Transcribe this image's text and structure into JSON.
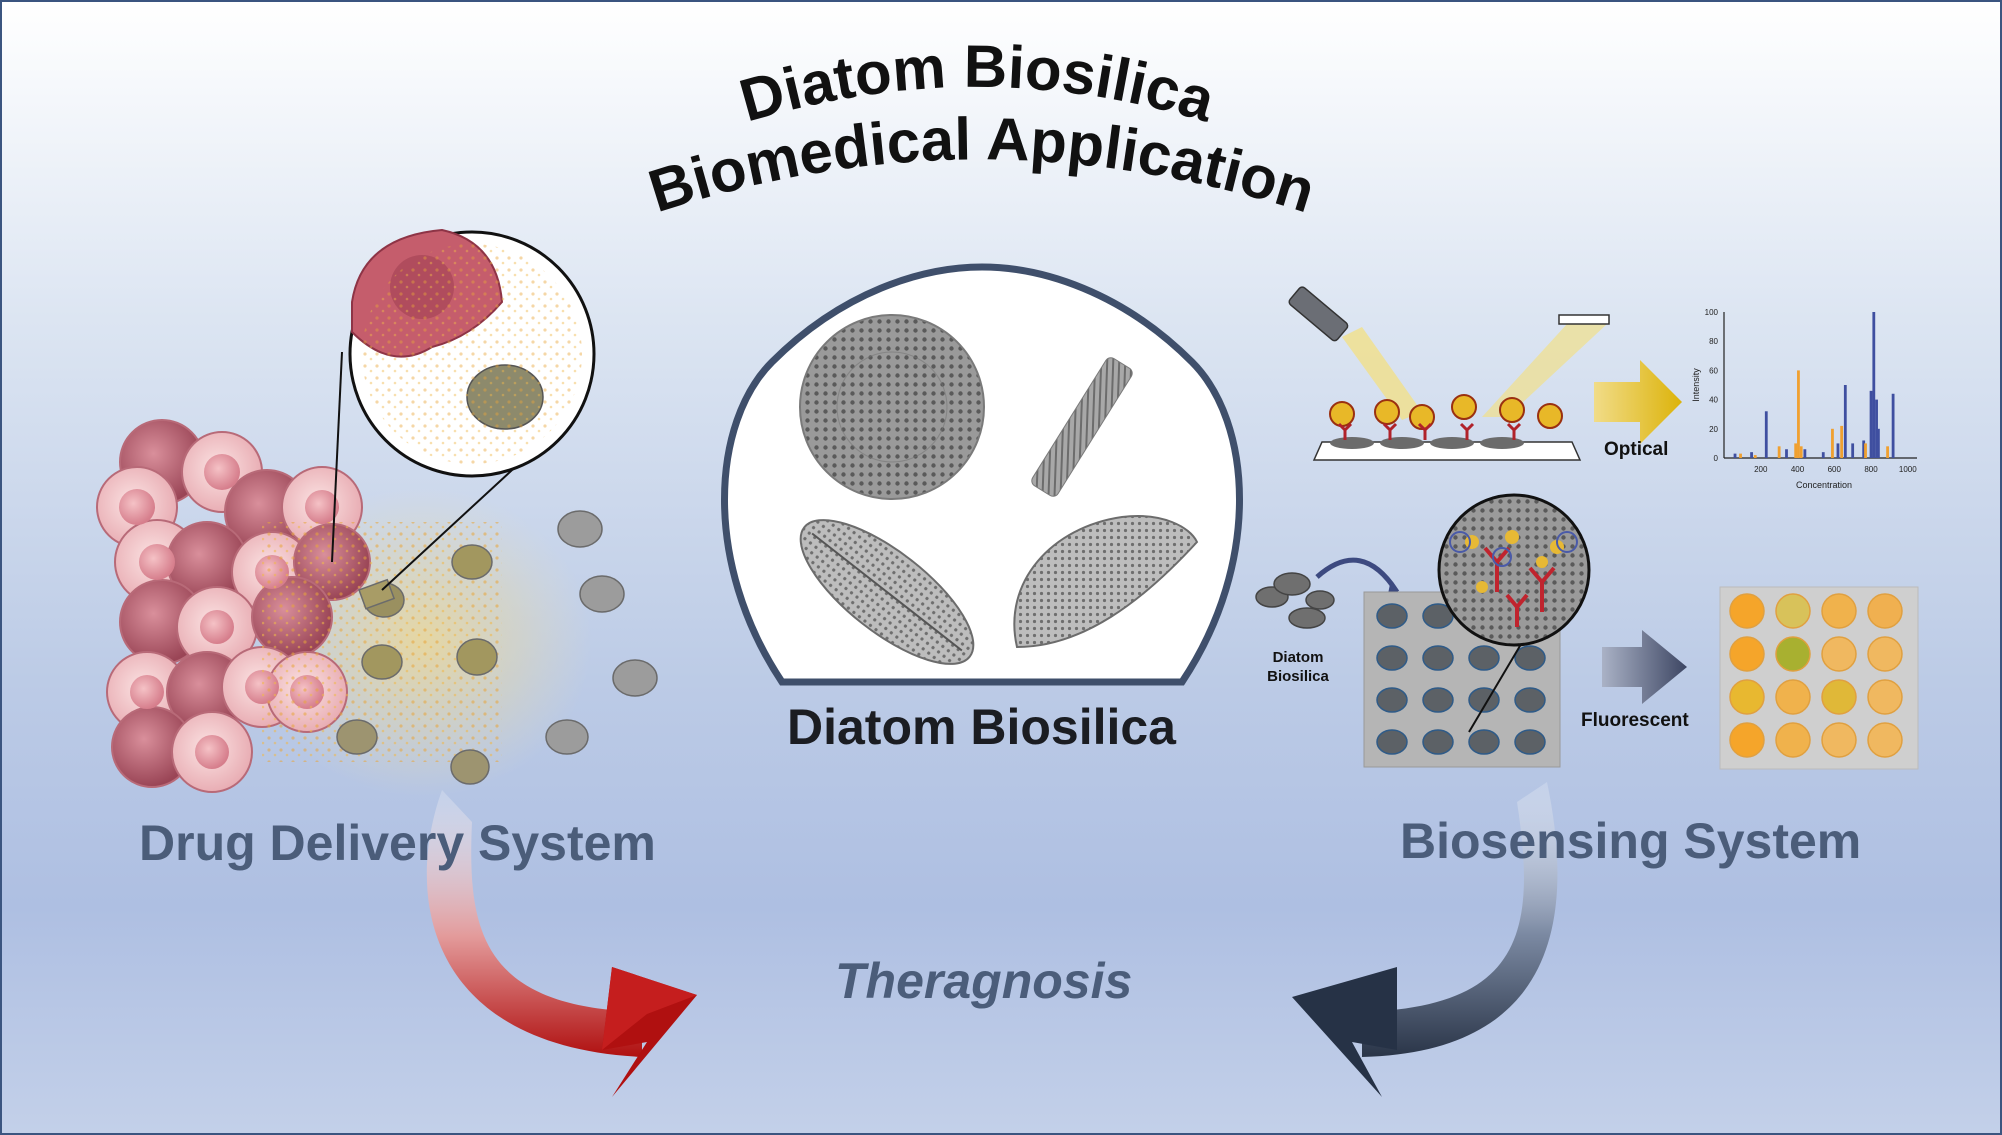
{
  "title": {
    "line1": "Diatom Biosilica",
    "line2": "Biomedical Application"
  },
  "center": {
    "label": "Diatom Biosilica"
  },
  "left": {
    "label": "Drug Delivery System"
  },
  "right": {
    "label": "Biosensing System",
    "optical_label": "Optical",
    "fluorescent_label": "Fluorescent",
    "diatom_label_line1": "Diatom",
    "diatom_label_line2": "Biosilica"
  },
  "bottom": {
    "label": "Theragnosis"
  },
  "colors": {
    "section_text": "#4b5d7a",
    "red_arrow": "#b01010",
    "navy_arrow": "#2a3548",
    "blue_bar": "#3f4fa0",
    "orange_bar": "#f0a030"
  },
  "chart_data": {
    "type": "bar",
    "xlabel": "Concentration",
    "ylabel": "Intensity",
    "x_ticks": [
      200,
      400,
      600,
      800,
      1000
    ],
    "y_ticks": [
      0,
      20,
      40,
      60,
      80,
      100
    ],
    "xlim": [
      0,
      1050
    ],
    "ylim": [
      0,
      100
    ],
    "series": [
      {
        "color": "blue",
        "points": [
          [
            60,
            3
          ],
          [
            150,
            4
          ],
          [
            230,
            32
          ],
          [
            340,
            6
          ],
          [
            440,
            6
          ],
          [
            540,
            4
          ],
          [
            620,
            10
          ],
          [
            660,
            50
          ],
          [
            700,
            10
          ],
          [
            760,
            12
          ],
          [
            800,
            46
          ],
          [
            815,
            100
          ],
          [
            830,
            40
          ],
          [
            840,
            20
          ],
          [
            920,
            44
          ]
        ]
      },
      {
        "color": "orange",
        "points": [
          [
            90,
            3
          ],
          [
            170,
            2
          ],
          [
            300,
            8
          ],
          [
            390,
            10
          ],
          [
            405,
            60
          ],
          [
            420,
            8
          ],
          [
            590,
            20
          ],
          [
            640,
            22
          ],
          [
            770,
            10
          ],
          [
            890,
            8
          ]
        ]
      }
    ]
  }
}
